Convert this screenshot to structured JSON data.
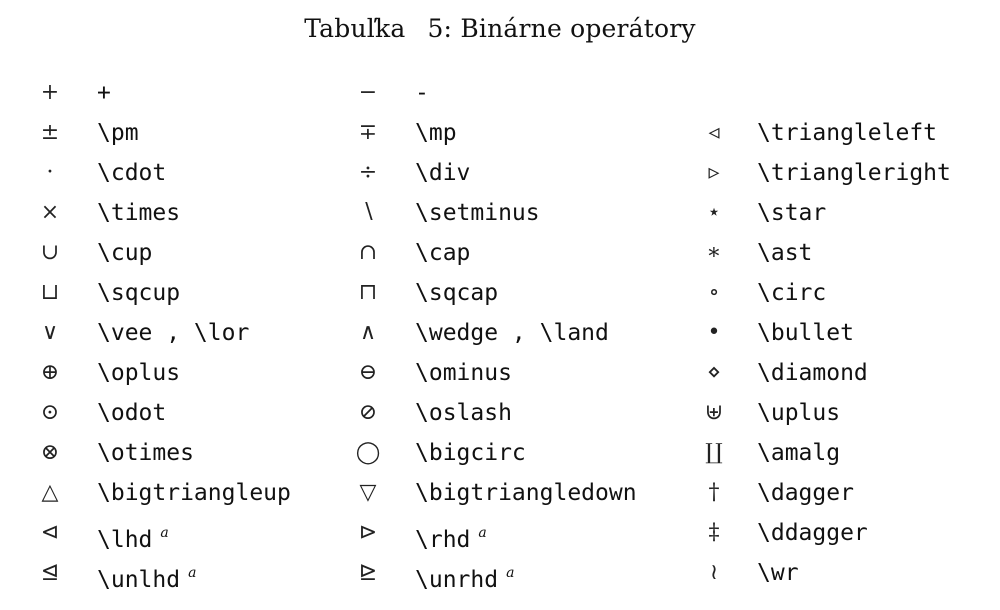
{
  "caption": {
    "label": "Tabuľka",
    "title": "5: Binárne operátory"
  },
  "rows": [
    [
      {
        "sym": "+",
        "cmd": "+"
      },
      {
        "sym": "−",
        "cmd": "-"
      },
      null
    ],
    [
      {
        "sym": "±",
        "cmd": "\\pm"
      },
      {
        "sym": "∓",
        "cmd": "\\mp"
      },
      {
        "sym": "◃",
        "cmd": "\\triangleleft"
      }
    ],
    [
      {
        "sym": "·",
        "cmd": "\\cdot"
      },
      {
        "sym": "÷",
        "cmd": "\\div"
      },
      {
        "sym": "▹",
        "cmd": "\\triangleright"
      }
    ],
    [
      {
        "sym": "×",
        "cmd": "\\times"
      },
      {
        "sym": "∖",
        "cmd": "\\setminus"
      },
      {
        "sym": "⋆",
        "cmd": "\\star"
      }
    ],
    [
      {
        "sym": "∪",
        "cmd": "\\cup"
      },
      {
        "sym": "∩",
        "cmd": "\\cap"
      },
      {
        "sym": "∗",
        "cmd": "\\ast"
      }
    ],
    [
      {
        "sym": "⊔",
        "cmd": "\\sqcup"
      },
      {
        "sym": "⊓",
        "cmd": "\\sqcap"
      },
      {
        "sym": "∘",
        "cmd": "\\circ"
      }
    ],
    [
      {
        "sym": "∨",
        "cmd": "\\vee , \\lor"
      },
      {
        "sym": "∧",
        "cmd": "\\wedge , \\land"
      },
      {
        "sym": "•",
        "cmd": "\\bullet"
      }
    ],
    [
      {
        "sym": "⊕",
        "cmd": "\\oplus"
      },
      {
        "sym": "⊖",
        "cmd": "\\ominus"
      },
      {
        "sym": "⋄",
        "cmd": "\\diamond"
      }
    ],
    [
      {
        "sym": "⊙",
        "cmd": "\\odot"
      },
      {
        "sym": "⊘",
        "cmd": "\\oslash"
      },
      {
        "sym": "⊎",
        "cmd": "\\uplus"
      }
    ],
    [
      {
        "sym": "⊗",
        "cmd": "\\otimes"
      },
      {
        "sym": "◯",
        "cmd": "\\bigcirc"
      },
      {
        "sym": "∐",
        "cmd": "\\amalg"
      }
    ],
    [
      {
        "sym": "△",
        "cmd": "\\bigtriangleup"
      },
      {
        "sym": "▽",
        "cmd": "\\bigtriangledown"
      },
      {
        "sym": "†",
        "cmd": "\\dagger"
      }
    ],
    [
      {
        "sym": "⊲",
        "cmd": "\\lhd",
        "sup": "a"
      },
      {
        "sym": "⊳",
        "cmd": "\\rhd",
        "sup": "a"
      },
      {
        "sym": "‡",
        "cmd": "\\ddagger"
      }
    ],
    [
      {
        "sym": "⊴",
        "cmd": "\\unlhd",
        "sup": "a"
      },
      {
        "sym": "⊵",
        "cmd": "\\unrhd",
        "sup": "a"
      },
      {
        "sym": "≀",
        "cmd": "\\wr"
      }
    ]
  ]
}
